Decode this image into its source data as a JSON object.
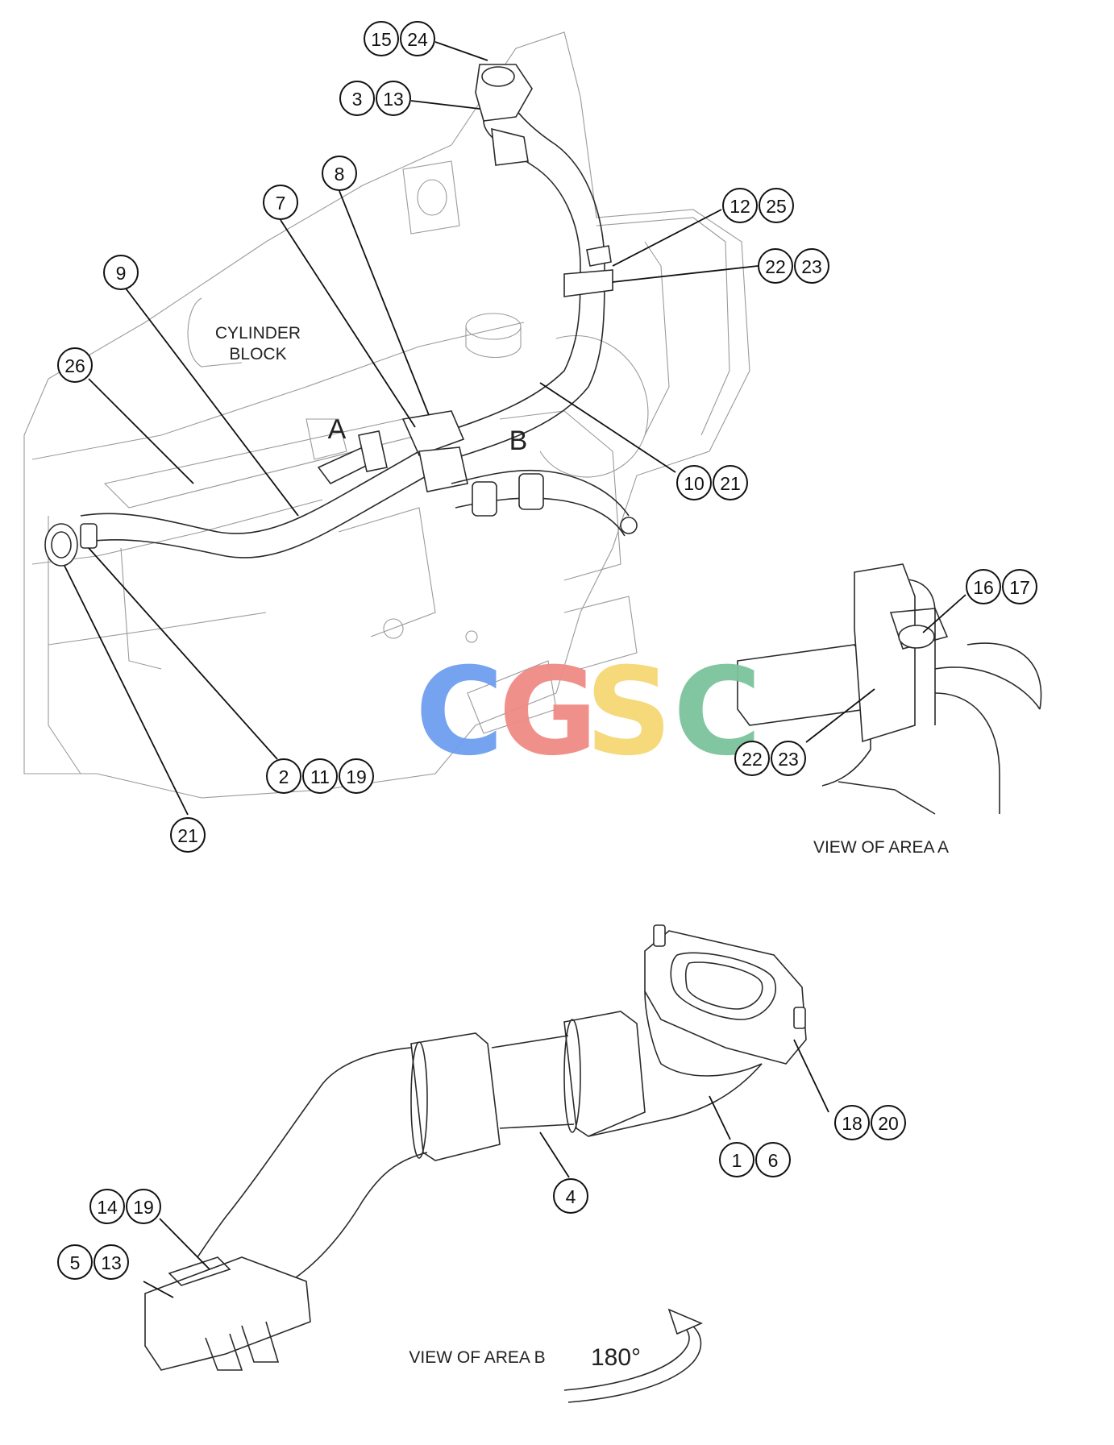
{
  "diagram": {
    "labels": {
      "cylinder_block_line1": "CYLINDER",
      "cylinder_block_line2": "BLOCK",
      "area_a": "A",
      "area_b": "B",
      "view_area_a": "VIEW OF AREA  A",
      "view_area_b": "VIEW OF AREA  B",
      "rotation": "180°"
    },
    "watermark": {
      "letters": [
        "C",
        "G",
        "S",
        "C"
      ],
      "colors": [
        "#6f9ff0",
        "#f08b84",
        "#f5d873",
        "#7cc39c"
      ]
    },
    "callouts": [
      {
        "id": "c15",
        "text": "15"
      },
      {
        "id": "c24a",
        "text": "24"
      },
      {
        "id": "c3",
        "text": "3"
      },
      {
        "id": "c13a",
        "text": "13"
      },
      {
        "id": "c8",
        "text": "8"
      },
      {
        "id": "c7",
        "text": "7"
      },
      {
        "id": "c12",
        "text": "12"
      },
      {
        "id": "c25",
        "text": "25"
      },
      {
        "id": "c22a",
        "text": "22"
      },
      {
        "id": "c23a",
        "text": "23"
      },
      {
        "id": "c9",
        "text": "9"
      },
      {
        "id": "c26",
        "text": "26"
      },
      {
        "id": "c10",
        "text": "10"
      },
      {
        "id": "c21a",
        "text": "21"
      },
      {
        "id": "c16",
        "text": "16"
      },
      {
        "id": "c17",
        "text": "17"
      },
      {
        "id": "c22b",
        "text": "22"
      },
      {
        "id": "c23b",
        "text": "23"
      },
      {
        "id": "c2",
        "text": "2"
      },
      {
        "id": "c11",
        "text": "11"
      },
      {
        "id": "c19a",
        "text": "19"
      },
      {
        "id": "c21b",
        "text": "21"
      },
      {
        "id": "c18",
        "text": "18"
      },
      {
        "id": "c20",
        "text": "20"
      },
      {
        "id": "c1",
        "text": "1"
      },
      {
        "id": "c6",
        "text": "6"
      },
      {
        "id": "c4",
        "text": "4"
      },
      {
        "id": "c14",
        "text": "14"
      },
      {
        "id": "c19b",
        "text": "19"
      },
      {
        "id": "c5",
        "text": "5"
      },
      {
        "id": "c13b",
        "text": "13"
      }
    ]
  }
}
